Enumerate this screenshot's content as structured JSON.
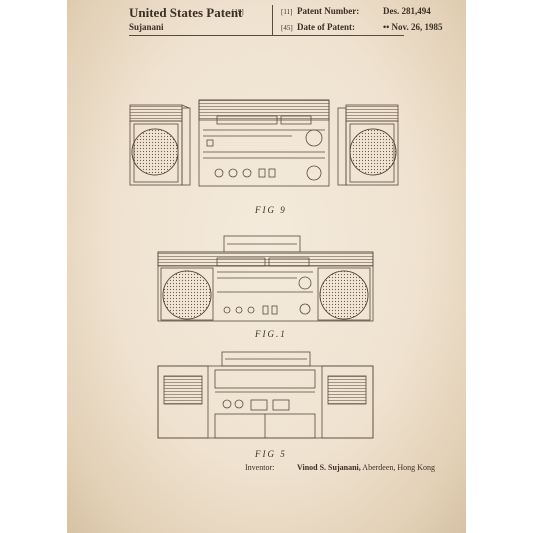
{
  "header": {
    "title": "United States Patent",
    "title_ref": "[19]",
    "inventor_surname": "Sujanani",
    "patent_number_ref": "[11]",
    "patent_number_label": "Patent Number:",
    "patent_number": "Des. 281,494",
    "date_ref": "[45]",
    "date_label": "Date of Patent:",
    "date": "•• Nov. 26, 1985"
  },
  "figures": [
    {
      "label": "FIG 9"
    },
    {
      "label": "FIG.1"
    },
    {
      "label": "FIG 5"
    }
  ],
  "footer": {
    "inventor_label": "Inventor:",
    "inventor_name": "Vinod S. Sujanani,",
    "inventor_location": "Aberdeen, Hong Kong"
  },
  "colors": {
    "paper": "#efe2cf",
    "ink": "#5a4a3d"
  }
}
